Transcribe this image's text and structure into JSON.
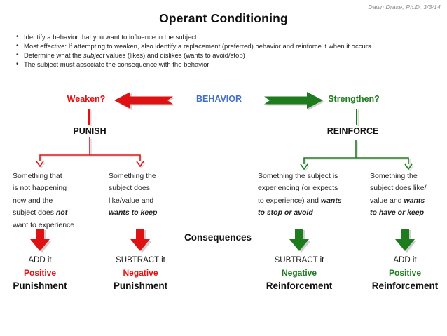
{
  "credit": "Dawn Drake, Ph.D.,3/3/14",
  "title": "Operant Conditioning",
  "bullets": {
    "b1": "Identify a behavior that you want to influence in the subject",
    "b2": "Most effective: If attempting to weaken, also identify a replacement (preferred) behavior and reinforce it when it occurs",
    "b3a": "Determine what the ",
    "b3b": "subject",
    "b3c": " values (likes) and dislikes (wants to avoid/stop)",
    "b4": "The subject must associate the consequence with the behavior"
  },
  "flow": {
    "weaken": "Weaken?",
    "behavior": "BEHAVIOR",
    "strengthen": "Strengthen?",
    "punish": "PUNISH",
    "reinforce": "REINFORCE",
    "consequences": "Consequences"
  },
  "branches": {
    "b1": {
      "l1": "Something that",
      "l2": "is not happening",
      "l3": "now and the",
      "l4a": "subject does ",
      "l4b": "not",
      "l5": "want to experience"
    },
    "b2": {
      "l1": "Something the",
      "l2": "subject does",
      "l3": "like/value and",
      "l4": "wants to keep"
    },
    "b3": {
      "l1": "Something the subject is",
      "l2": "experiencing (or expects",
      "l3a": "to experience) and ",
      "l3b": "wants",
      "l4": "to stop or avoid"
    },
    "b4": {
      "l1": "Something the",
      "l2": "subject does like/",
      "l3a": "value and ",
      "l3b": "wants",
      "l4": "to have or keep"
    }
  },
  "outcomes": {
    "o1": {
      "action": "ADD it",
      "type": "Positive",
      "category": "Punishment"
    },
    "o2": {
      "action": "SUBTRACT it",
      "type": "Negative",
      "category": "Punishment"
    },
    "o3": {
      "action": "SUBTRACT it",
      "type": "Negative",
      "category": "Reinforcement"
    },
    "o4": {
      "action": "ADD it",
      "type": "Positive",
      "category": "Reinforcement"
    }
  },
  "colors": {
    "red": "#de1212",
    "green": "#1e7c1e",
    "blue": "#4470c8",
    "credit_gray": "#8a8a8a"
  }
}
